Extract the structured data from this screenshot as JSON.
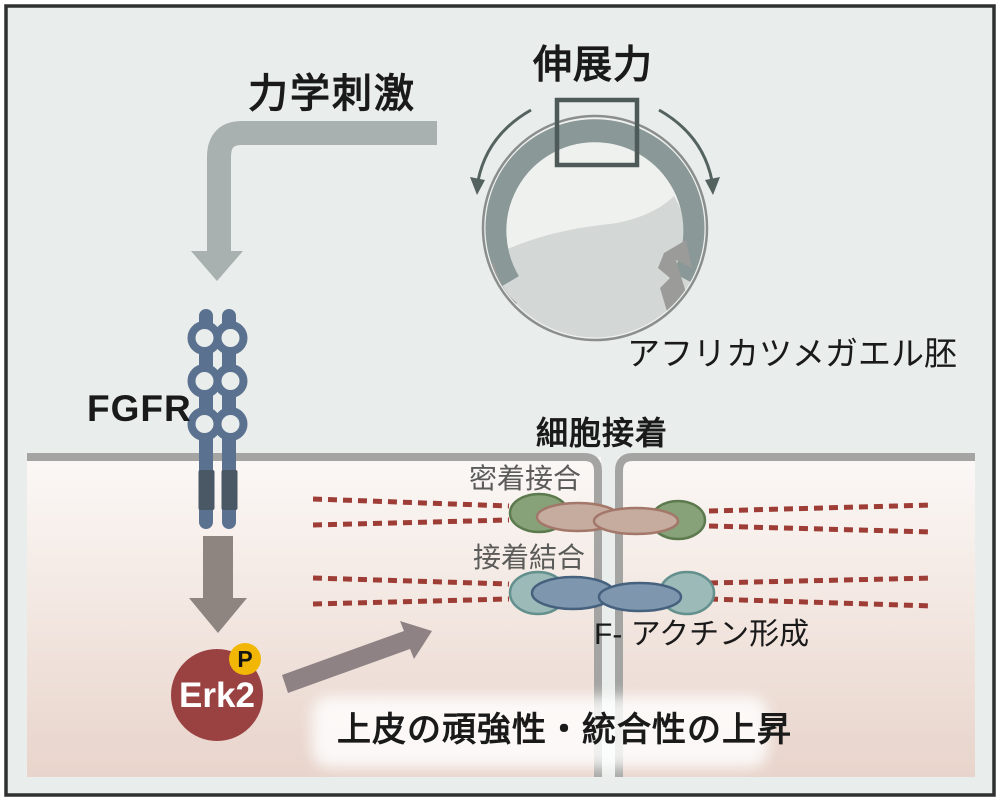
{
  "figure": {
    "labels": {
      "mechanical_stimulus": "力学刺激",
      "stretch_force": "伸展力",
      "embryo": "アフリカツメガエル胚",
      "receptor": "FGFR",
      "cell_adhesion": "細胞接着",
      "tight_junction": "密着接合",
      "adherens_junction": "接着結合",
      "f_actin": "F- アクチン形成",
      "kinase": "Erk2",
      "phosphate": "P",
      "outcome": "上皮の頑強性・統合性の上昇"
    },
    "colors": {
      "background": "#e9edeb",
      "frame_border": "#2f3130",
      "flow_arrow_gray": "#a8b1af",
      "down_arrow_brown": "#8e8480",
      "diagonal_arrow_mauve": "#8e8285",
      "membrane_line": "#a4a4a2",
      "cell_gradient_top": "#fbf8f6",
      "cell_gradient_bottom": "#e8d4cb",
      "receptor_blue": "#5a7190",
      "receptor_transmembrane": "#4a5866",
      "erk2_red": "#9a4141",
      "phospho_yellow": "#f2b705",
      "actin_dash_red": "#9e3d36",
      "tight_junction_green": "#87a178",
      "tight_junction_green_stroke": "#5c7a4e",
      "tight_junction_tan": "#c6ab9f",
      "tight_junction_tan_stroke": "#a3786a",
      "adherens_teal": "#9cbab8",
      "adherens_teal_stroke": "#63908d",
      "adherens_blue": "#7e97ae",
      "adherens_blue_stroke": "#46617e",
      "embryo_band": "#8a9898",
      "embryo_interior_gray": "#d3d7d5",
      "embryo_patch_gray": "#9b9b99",
      "embryo_outline": "#8a8f8d",
      "rotation_arrow": "#546360",
      "square_outline": "#4e5a58"
    }
  }
}
